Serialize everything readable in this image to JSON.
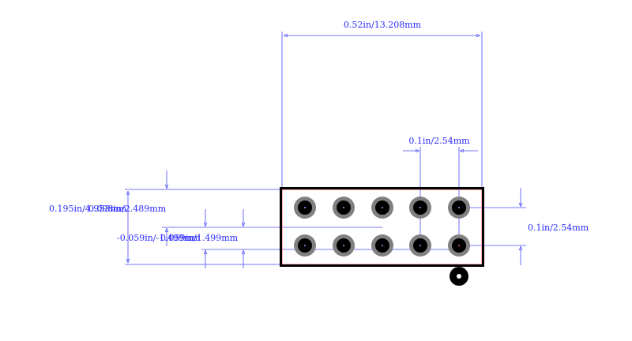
{
  "dimensions": {
    "width_top": "0.52in/13.208mm",
    "pitch_top": "0.1in/2.54mm",
    "pitch_right": "0.1in/2.54mm",
    "height_left_a": "0.195in/4.953mm",
    "height_left_b": "0.098in/2.489mm",
    "offset_left_a": "-0.059in/-1.499mm",
    "offset_left_b": "0.059in/1.499mm"
  },
  "colors": {
    "dimension": "#4a4aff",
    "text": "#2a2aff",
    "outline": "#000000",
    "pad_ring": "#808080",
    "pad_hole": "#000000",
    "courtyard": "#ff6060"
  },
  "pads": {
    "rows": 2,
    "cols": 5
  },
  "pin1_marker": "filled-circle"
}
